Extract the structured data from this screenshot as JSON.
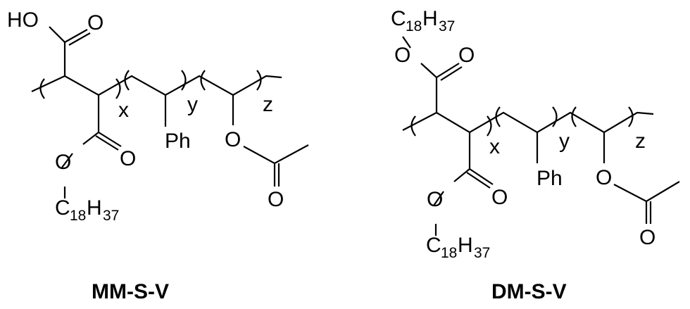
{
  "labels": {
    "ho": "HO",
    "o": "O",
    "ph": "Ph",
    "c": "C",
    "h": "H",
    "n18": "18",
    "n37": "37",
    "x": "x",
    "y": "y",
    "z": "z"
  },
  "captions": {
    "left": "MM-S-V",
    "right": "DM-S-V"
  }
}
